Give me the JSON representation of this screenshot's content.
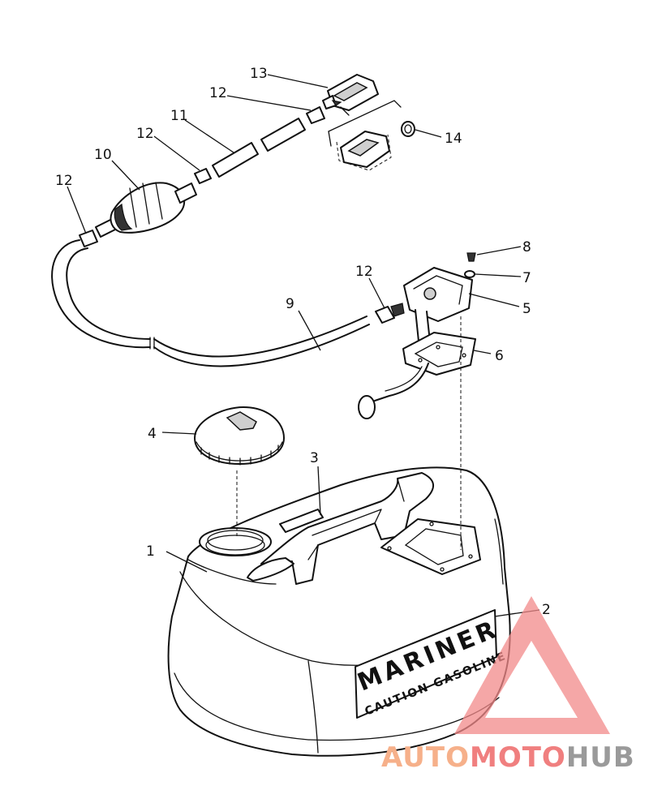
{
  "callouts": [
    {
      "id": "1",
      "label": "1"
    },
    {
      "id": "2",
      "label": "2"
    },
    {
      "id": "3",
      "label": "3"
    },
    {
      "id": "4",
      "label": "4"
    },
    {
      "id": "5",
      "label": "5"
    },
    {
      "id": "6",
      "label": "6"
    },
    {
      "id": "7",
      "label": "7"
    },
    {
      "id": "8",
      "label": "8"
    },
    {
      "id": "9",
      "label": "9"
    },
    {
      "id": "10",
      "label": "10"
    },
    {
      "id": "11",
      "label": "11"
    },
    {
      "id": "12a",
      "label": "12"
    },
    {
      "id": "12b",
      "label": "12"
    },
    {
      "id": "12c",
      "label": "12"
    },
    {
      "id": "12d",
      "label": "12"
    },
    {
      "id": "13",
      "label": "13"
    },
    {
      "id": "14",
      "label": "14"
    }
  ],
  "decal": {
    "brand": "MARINER",
    "warning": "CAUTION GASOLINE"
  },
  "watermark": {
    "part1": "AUTO",
    "part2": "MOTO",
    "part3": "HUB",
    "colors": {
      "part1": "#f6b08a",
      "part2": "#f07f7f",
      "part3": "#9a9a9a",
      "triangle": "#f28a8a"
    }
  }
}
